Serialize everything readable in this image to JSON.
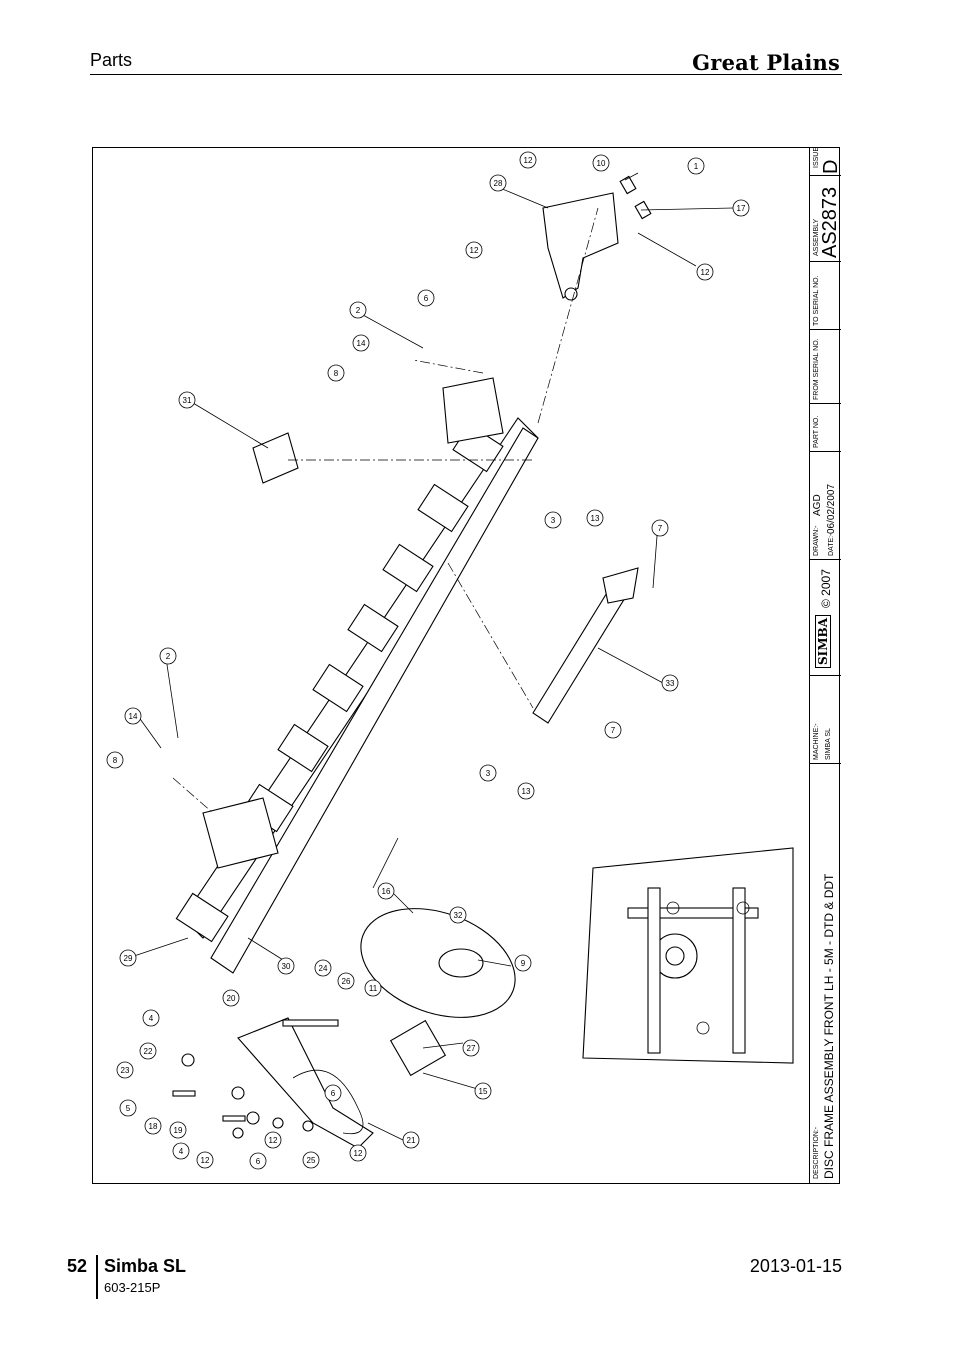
{
  "header": {
    "section": "Parts",
    "brand": "Great Plains"
  },
  "drawing": {
    "callouts": [
      "1",
      "2",
      "3",
      "4",
      "5",
      "6",
      "7",
      "8",
      "9",
      "10",
      "11",
      "12",
      "13",
      "14",
      "15",
      "16",
      "17",
      "18",
      "19",
      "20",
      "21",
      "22",
      "23",
      "24",
      "25",
      "26",
      "27",
      "28",
      "29",
      "30",
      "31",
      "32",
      "33"
    ]
  },
  "title_block": {
    "issue_label": "ISSUE",
    "issue_value": "D",
    "assembly_label": "ASSEMBLY",
    "assembly_value": "AS2873",
    "to_serial_label": "TO SERIAL NO.",
    "from_serial_label": "FROM SERIAL NO.",
    "part_no_label": "PART NO.",
    "drawn_label": "DRAWN:-",
    "drawn_value": "AGD",
    "date_label": "DATE:-",
    "date_value": "06/02/2007",
    "logo_text": "SIMBA",
    "copyright": "© 2007",
    "machine_label": "MACHINE:-",
    "machine_value": "SIMBA SL",
    "description_label": "DESCRIPTION:-",
    "description_value": "DISC FRAME ASSEMBLY FRONT LH - 5M - DTD & DDT"
  },
  "footer": {
    "page_number": "52",
    "model": "Simba SL",
    "doc_number": "603-215P",
    "date": "2013-01-15"
  }
}
